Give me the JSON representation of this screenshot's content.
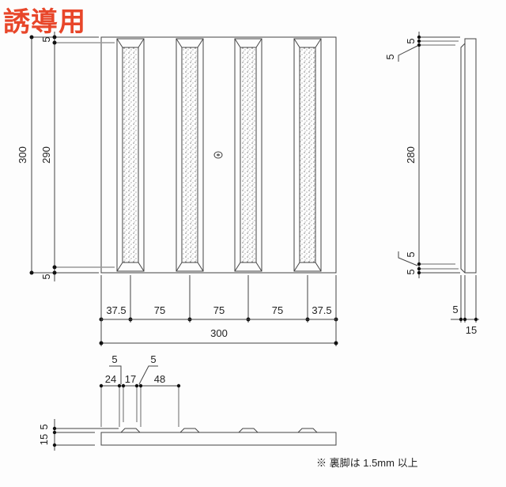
{
  "title": "誘導用",
  "plan": {
    "height_total": "300",
    "height_inner": "290",
    "top_margin": "5",
    "bottom_margin": "5",
    "spacings": [
      "37.5",
      "75",
      "75",
      "75",
      "37.5"
    ],
    "width_total": "300"
  },
  "side": {
    "top_a": "5",
    "top_b": "5",
    "height": "280",
    "bottom_a": "5",
    "bottom_b": "5",
    "offset": "5",
    "thickness": "15"
  },
  "section": {
    "edge": "24",
    "top": "17",
    "gap": "48",
    "slope_left": "5",
    "slope_right": "5",
    "bump_height": "5",
    "base_thickness": "15"
  },
  "note": "※ 裏脚は 1.5mm 以上"
}
